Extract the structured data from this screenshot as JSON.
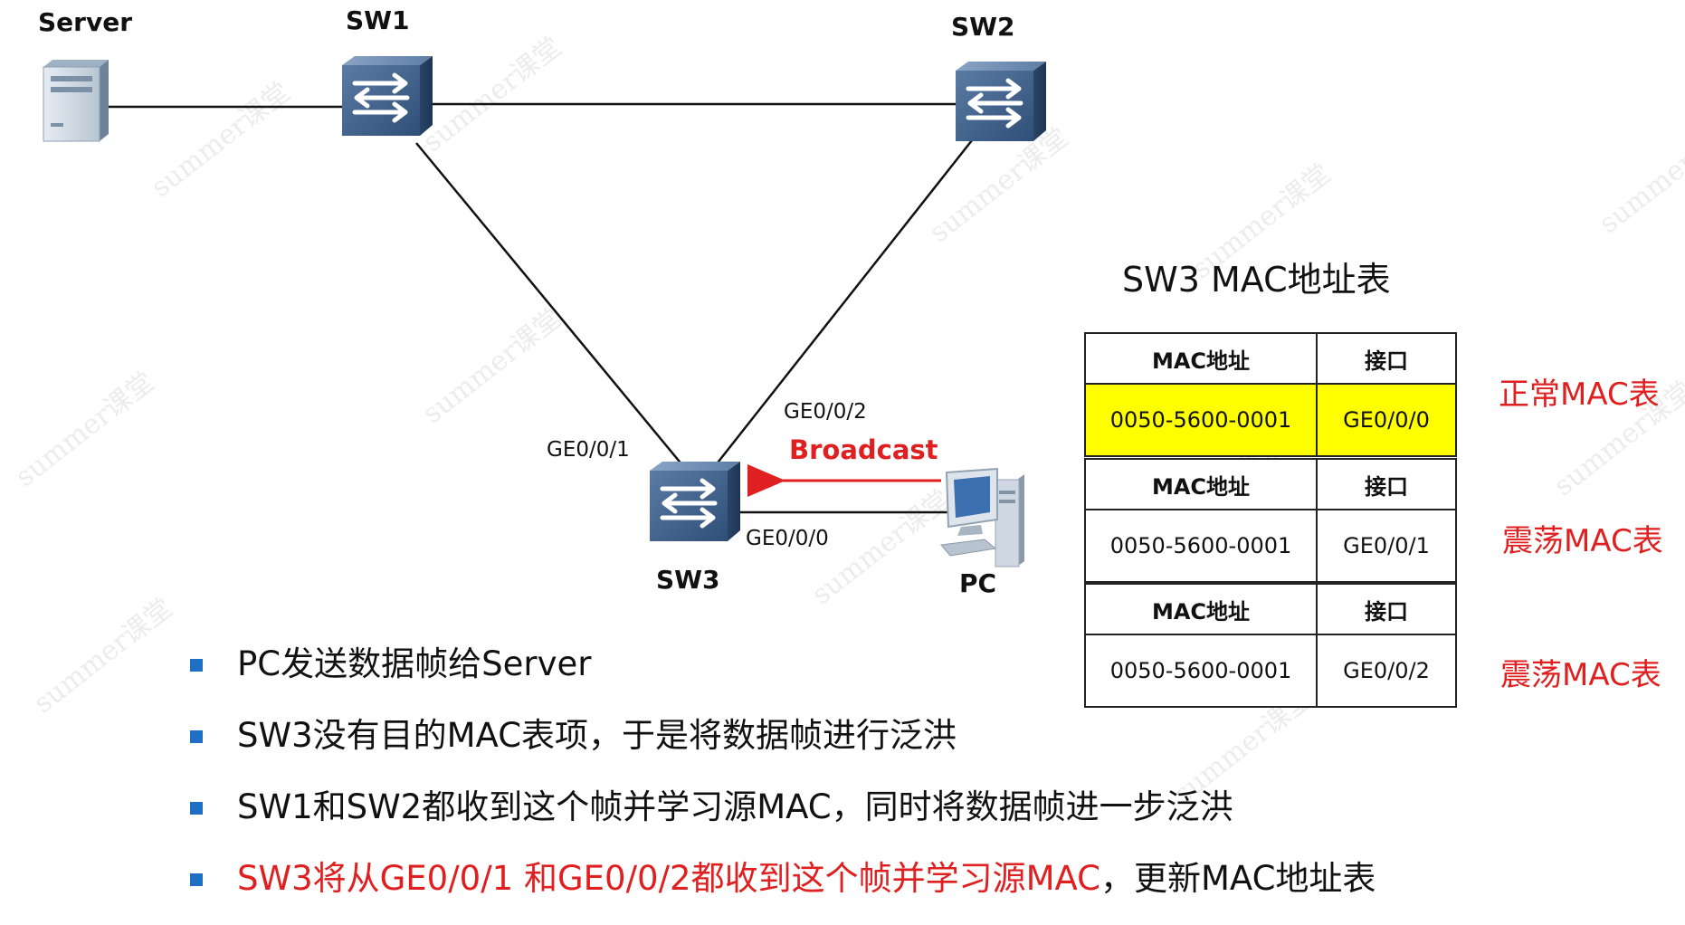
{
  "nodes": {
    "server": "Server",
    "sw1": "SW1",
    "sw2": "SW2",
    "sw3": "SW3",
    "pc": "PC"
  },
  "ports": {
    "ge001": "GE0/0/1",
    "ge002": "GE0/0/2",
    "ge000": "GE0/0/0"
  },
  "broadcast_label": "Broadcast",
  "table_title": "SW3 MAC地址表",
  "tables": [
    {
      "header_mac": "MAC地址",
      "header_port": "接口",
      "mac": "0050-5600-0001",
      "port": "GE0/0/0",
      "state": "正常MAC表"
    },
    {
      "header_mac": "MAC地址",
      "header_port": "接口",
      "mac": "0050-5600-0001",
      "port": "GE0/0/1",
      "state": "震荡MAC表"
    },
    {
      "header_mac": "MAC地址",
      "header_port": "接口",
      "mac": "0050-5600-0001",
      "port": "GE0/0/2",
      "state": "震荡MAC表"
    }
  ],
  "bullets": [
    "PC发送数据帧给Server",
    "SW3没有目的MAC表项，于是将数据帧进行泛洪",
    "SW1和SW2都收到这个帧并学习源MAC，同时将数据帧进一步泛洪"
  ],
  "bullet_highlight": {
    "red": "SW3将从GE0/0/1 和GE0/0/2都收到这个帧并学习源MAC",
    "rest": "，更新MAC地址表"
  },
  "colors": {
    "accent_red": "#e02020",
    "highlight_yellow": "#ffff00",
    "bullet_blue": "#1f6fc5",
    "switch_blue": "#3d5f8a"
  },
  "icons": {
    "server": "server-icon",
    "switch": "switch-icon",
    "pc": "pc-icon"
  },
  "watermark": "summer课堂"
}
